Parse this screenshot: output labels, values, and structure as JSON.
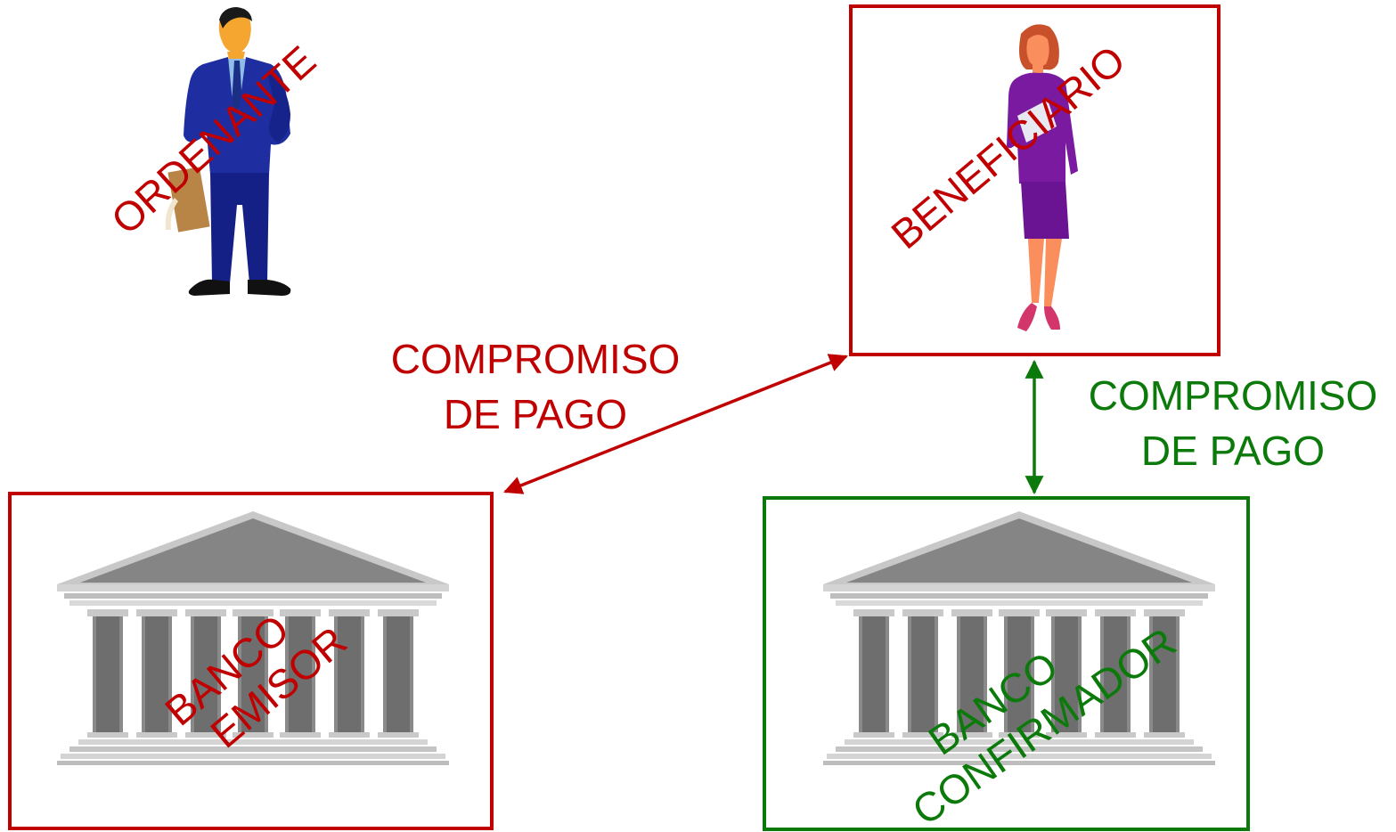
{
  "colors": {
    "red": "#c00000",
    "green": "#0b7a0b",
    "background": "#ffffff"
  },
  "ordenante": {
    "label": "ORDENANTE",
    "icon": "businessman-with-briefcase-icon"
  },
  "beneficiario": {
    "label": "BENEFICIARIO",
    "icon": "businesswoman-icon"
  },
  "banco_emisor": {
    "line1": "BANCO",
    "line2": "EMISOR",
    "icon": "bank-building-icon"
  },
  "banco_confirmador": {
    "line1": "BANCO",
    "line2": "CONFIRMADOR",
    "icon": "bank-building-icon"
  },
  "compromiso_rojo": {
    "line1": "COMPROMISO",
    "line2": "DE PAGO"
  },
  "compromiso_verde": {
    "line1": "COMPROMISO",
    "line2": "DE PAGO"
  }
}
